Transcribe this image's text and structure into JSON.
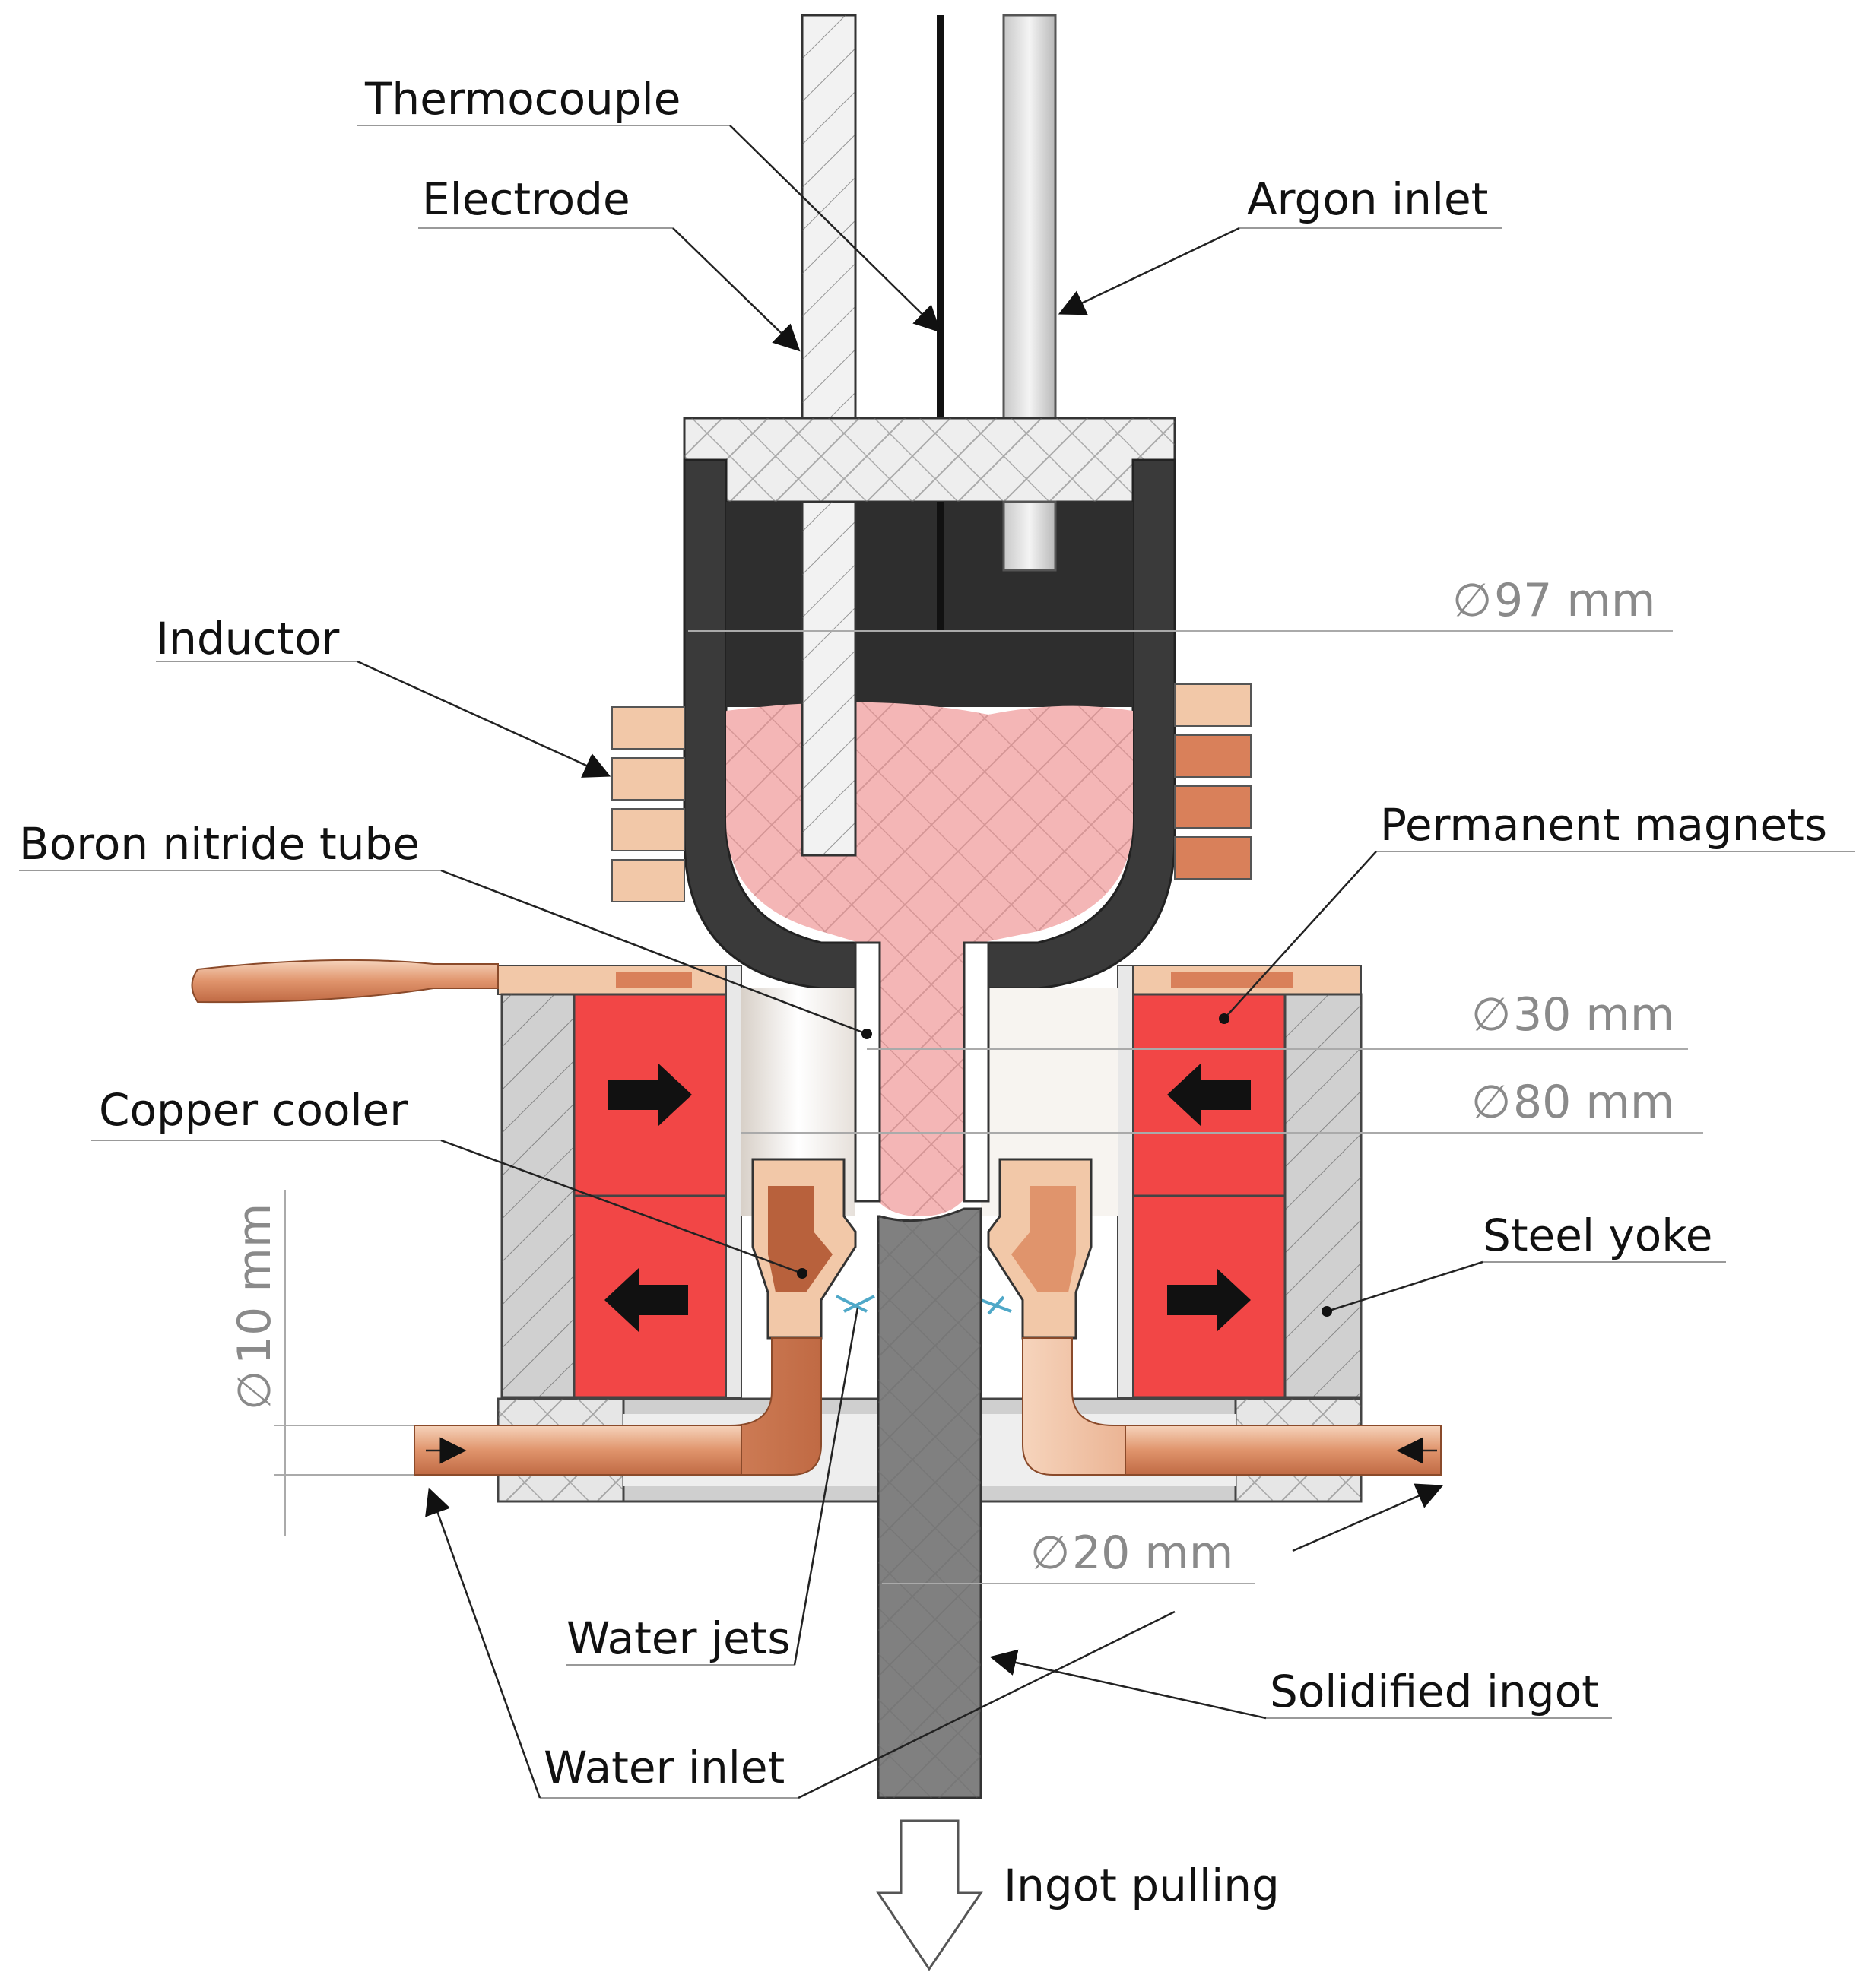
{
  "labels": {
    "thermocouple": "Thermocouple",
    "electrode": "Electrode",
    "argon_inlet": "Argon inlet",
    "inductor": "Inductor",
    "boron_nitride_tube": "Boron nitride tube",
    "permanent_magnets": "Permanent magnets",
    "copper_cooler": "Copper cooler",
    "steel_yoke": "Steel yoke",
    "water_jets": "Water jets",
    "solidified_ingot": "Solidified ingot",
    "water_inlet": "Water inlet",
    "ingot_pulling": "Ingot pulling"
  },
  "dimensions": {
    "crucible_diameter": "97 mm",
    "tube_diameter": "30 mm",
    "bore_diameter": "80 mm",
    "pipe_diameter": "10 mm",
    "ingot_diameter": "20 mm",
    "diameter_symbol": "∅"
  },
  "colors": {
    "melt": "#f4b6b6",
    "graphite": "#3a3a3a",
    "magnet": "#f24646",
    "yoke": "#d0d0d0",
    "copper": "#d9805a",
    "copper_light": "#f2c8a8",
    "ingot": "#808080",
    "cap": "#eeeeee"
  },
  "magnet_arrows": [
    "right",
    "left",
    "left",
    "right"
  ],
  "flow_direction": "down"
}
